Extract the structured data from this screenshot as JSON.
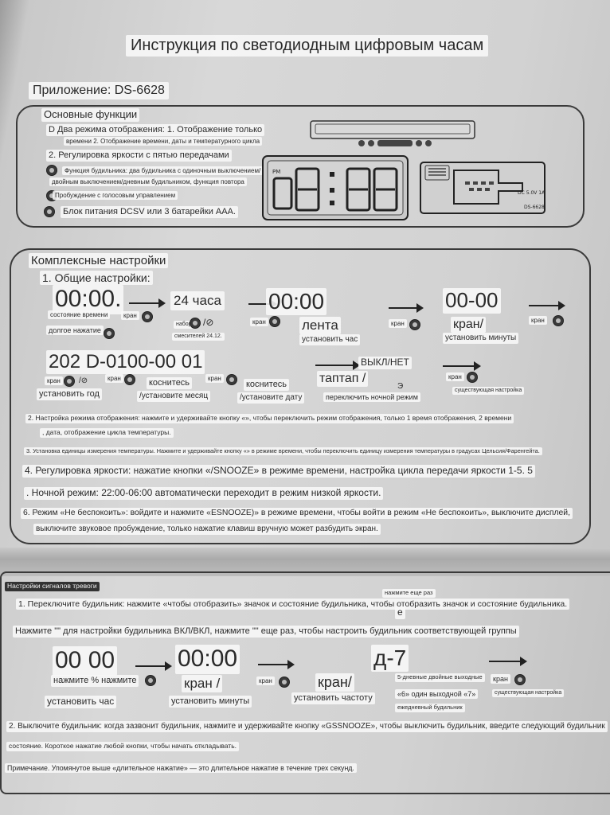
{
  "title": "Инструкция по светодиодным цифровым часам",
  "model": "Приложение: DS-6628",
  "basic": {
    "header": "Основные функции",
    "line1": "D Два режима отображения: 1. Отображение только",
    "line1b": "времени 2. Отображение времени, даты и температурного цикла",
    "line2": "2. Регулировка яркости с пятью передачами",
    "line3": "Функция будильника: два будильника с одиночным выключением/",
    "line3b": "двойным выключением/дневным будильником, функция повтора",
    "line4": "Пробуждение с голосовым управлением",
    "line5": "Блок питания DCSV или 3 батарейки AAA."
  },
  "complex": {
    "header": "Комплексные настройки",
    "general": "1. Общие настройки:",
    "d1": "00:00.",
    "d1_sub": "состояние времени",
    "long_press": "долгое нажатие",
    "kran": "кран",
    "h24": "24 часа",
    "h24_sub": "набор",
    "h24_sub2": "смесителей 24.12.",
    "d2": "00:00",
    "lenta": "лента",
    "set_hour": "установить час",
    "d3": "00-00",
    "kran2": "кран/",
    "set_min": "установить минуты",
    "year": "202 D-0100-00 01",
    "set_year": "установить год",
    "touch1": "коснитесь",
    "set_month": "/установите месяц",
    "touch2": "коснитесь",
    "set_date": "/установите дату",
    "off": "ВЫКЛ/НЕТ",
    "taptap": "таптап /",
    "e_char": "Э",
    "night_switch": "переключить ночной режим",
    "existing": "существующая настройка",
    "n2": "2. Настройка режима отображения: нажмите и удерживайте кнопку «», чтобы переключить режим отображения, только 1 время отображения, 2 времени",
    "n2b": ", дата, отображение цикла температуры.",
    "n3": "3. Установка единицы измерения температуры. Нажмите и удерживайте кнопку «» в режиме времени, чтобы переключить единицу измерения температуры в градусах Цельсия/Фаренгейта.",
    "n4": "4. Регулировка яркости: нажатие кнопки «/SNOOZE» в режиме времени, настройка цикла передачи яркости 1-5. 5",
    "n5": ". Ночной режим: 22:00-06:00 автоматически переходит в режим низкой яркости.",
    "n6": "6. Режим «Не беспокоить»: войдите и нажмите «ESNOOZE)» в режиме времени, чтобы войти в режим «Не беспокоить», выключите дисплей,",
    "n6b": "выключите звуковое пробуждение, только нажатие клавиш вручную может разбудить экран."
  },
  "alarm": {
    "header": "Настройки сигналов тревоги",
    "press_again": "нажмите еще раз",
    "e2": "е",
    "a1": "1. Переключите будильник: нажмите «чтобы отобразить» значок и состояние будильника, чтобы отобразить значок и состояние будильника.",
    "a1b": "Нажмите \"\" для настройки будильника ВКЛ/ВКЛ, нажмите \"\" еще раз, чтобы настроить будильник соответствующей группы",
    "d1": "00 00",
    "press_pct": "нажмите % нажмите",
    "set_hour": "установить час",
    "d2": "00:00",
    "kran_slash": "кран /",
    "set_min": "установить минуты",
    "kran": "кран",
    "kran_freq": "кран/",
    "set_freq": "установить частоту",
    "d7": "д-7",
    "weekdays": "5-дневные двойные выходные",
    "six_one": "«6» один выходной «7»",
    "daily": "ежедневный будильник",
    "existing": "существующая настройка",
    "a2": "2. Выключите будильник: когда зазвонит будильник, нажмите и удерживайте кнопку «GSSNOOZE», чтобы выключить будильник, введите следующий будильник",
    "a2b": "состояние. Короткое нажатие любой кнопки, чтобы начать откладывать.",
    "note": "Примечание. Упомянутое выше «длительное нажатие» — это длительное нажатие в течение трех секунд."
  }
}
